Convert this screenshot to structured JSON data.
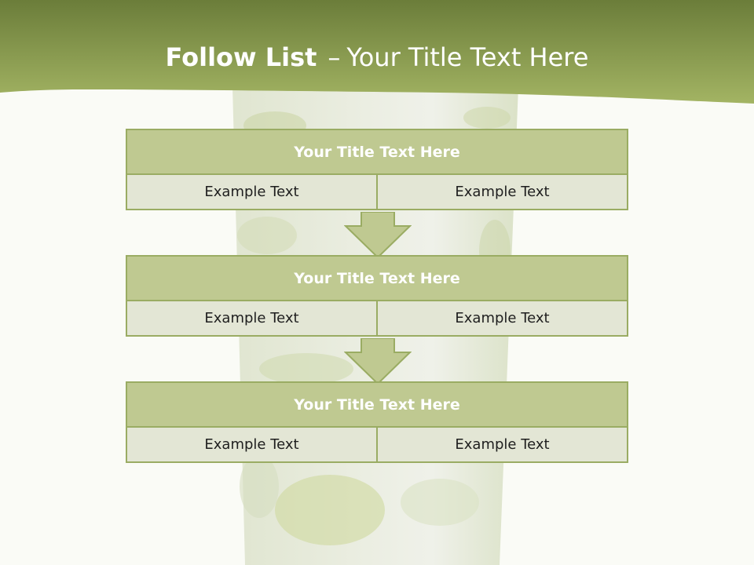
{
  "header": {
    "title_bold": "Follow List",
    "title_separator": "–",
    "title_rest": "Your Title Text Here"
  },
  "steps": [
    {
      "title": "Your Title Text Here",
      "left": "Example Text",
      "right": "Example Text"
    },
    {
      "title": "Your Title Text Here",
      "left": "Example Text",
      "right": "Example Text"
    },
    {
      "title": "Your Title Text Here",
      "left": "Example Text",
      "right": "Example Text"
    }
  ],
  "colors": {
    "header_dark": "#6b7d3a",
    "header_light": "#a3b463",
    "box_border": "#9aac63",
    "box_title_fill": "#bfc991",
    "cell_fill": "#e3e6d5"
  }
}
